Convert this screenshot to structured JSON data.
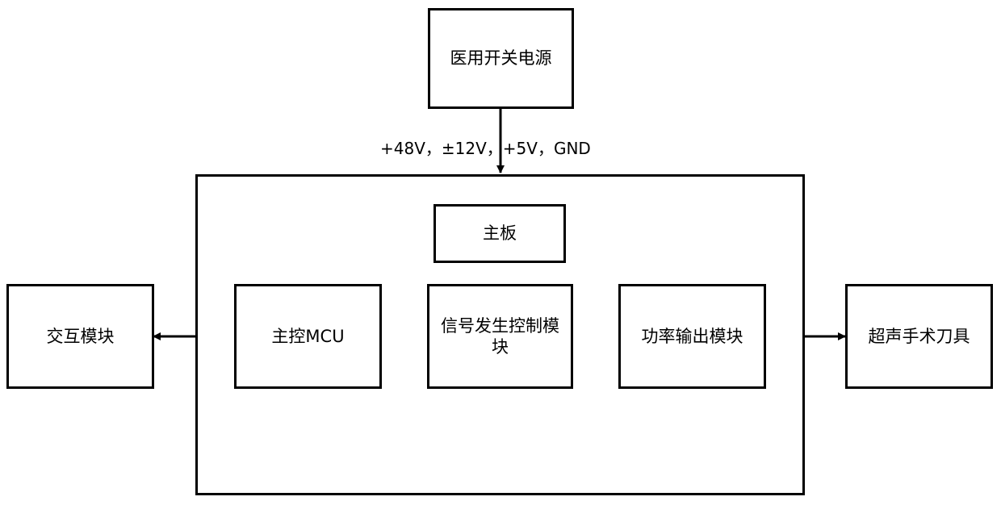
{
  "nodes": {
    "power_supply": "医用开关电源",
    "mainboard_title": "主板",
    "interaction": "交互模块",
    "main_mcu": "主控MCU",
    "signal_gen": "信号发生控制模块",
    "power_output": "功率输出模块",
    "surgical_tool": "超声手术刀具"
  },
  "edges": {
    "power_rails": "+48V，±12V，+5V，GND"
  },
  "colors": {
    "stroke": "#000000",
    "fill": "#ffffff"
  }
}
